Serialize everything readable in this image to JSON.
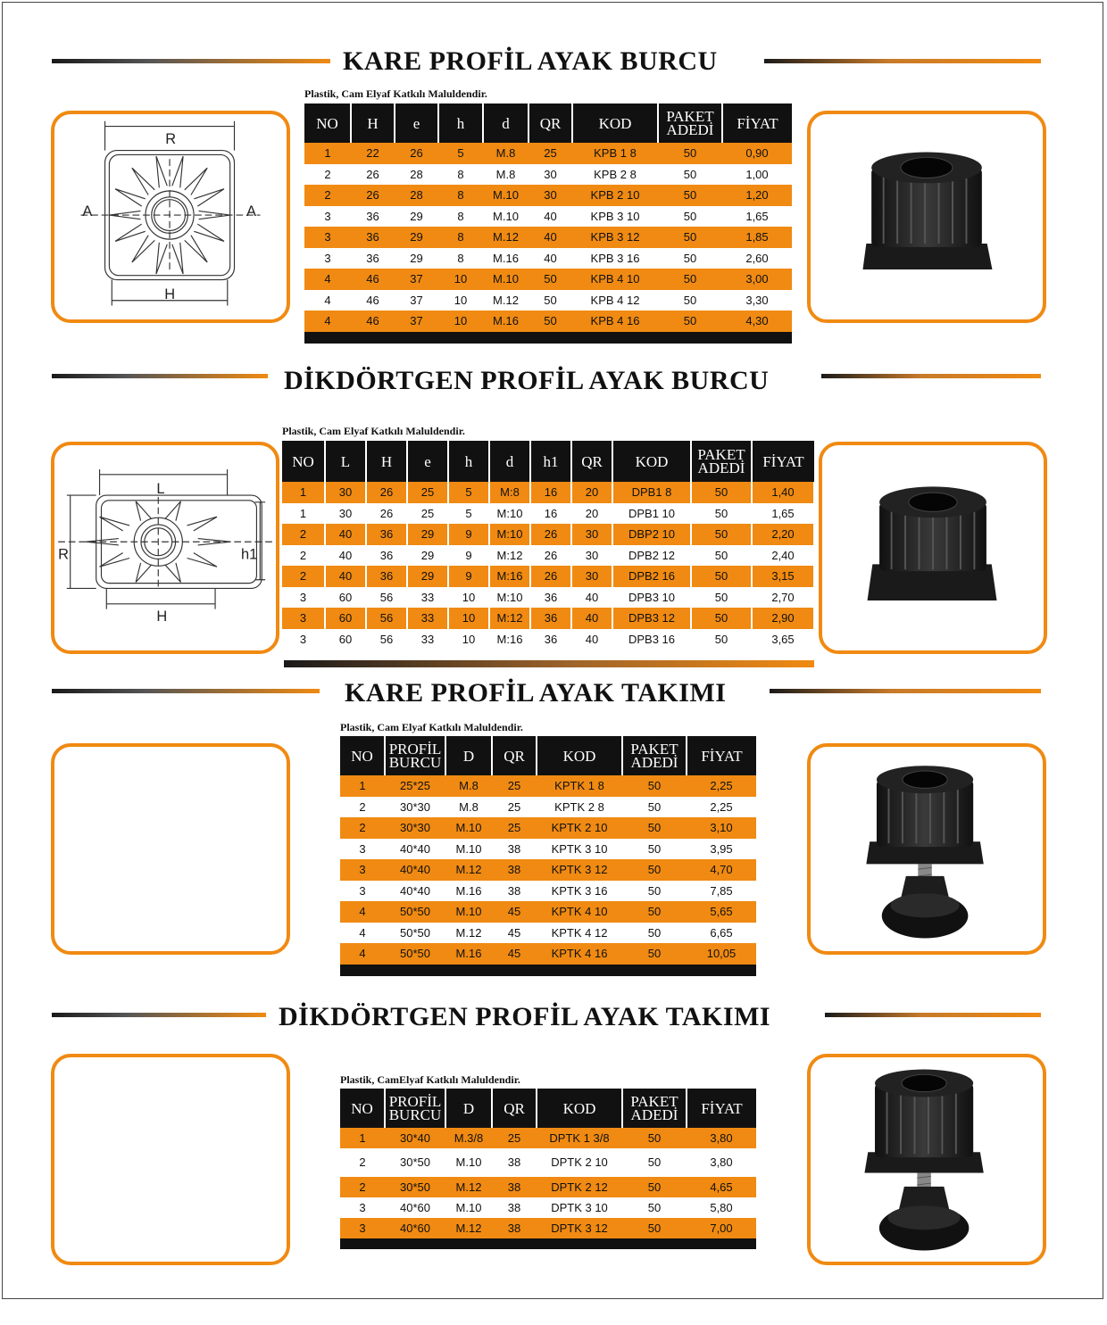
{
  "sections": [
    {
      "title": "KARE PROFİL AYAK BURCU",
      "note": "Plastik, Cam Elyaf Katkılı Maluldendir.",
      "headers": [
        "NO",
        "H",
        "e",
        "h",
        "d",
        "QR",
        "KOD",
        "PAKET ADEDİ",
        "FİYAT"
      ],
      "rows": [
        [
          "1",
          "22",
          "26",
          "5",
          "M.8",
          "25",
          "KPB 1 8",
          "50",
          "0,90"
        ],
        [
          "2",
          "26",
          "28",
          "8",
          "M.8",
          "30",
          "KPB 2 8",
          "50",
          "1,00"
        ],
        [
          "2",
          "26",
          "28",
          "8",
          "M.10",
          "30",
          "KPB 2 10",
          "50",
          "1,20"
        ],
        [
          "3",
          "36",
          "29",
          "8",
          "M.10",
          "40",
          "KPB 3 10",
          "50",
          "1,65"
        ],
        [
          "3",
          "36",
          "29",
          "8",
          "M.12",
          "40",
          "KPB 3 12",
          "50",
          "1,85"
        ],
        [
          "3",
          "36",
          "29",
          "8",
          "M.16",
          "40",
          "KPB 3 16",
          "50",
          "2,60"
        ],
        [
          "4",
          "46",
          "37",
          "10",
          "M.10",
          "50",
          "KPB 4 10",
          "50",
          "3,00"
        ],
        [
          "4",
          "46",
          "37",
          "10",
          "M.12",
          "50",
          "KPB 4 12",
          "50",
          "3,30"
        ],
        [
          "4",
          "46",
          "37",
          "10",
          "M.16",
          "50",
          "KPB 4 16",
          "50",
          "4,30"
        ]
      ],
      "diagram_labels": {
        "top": "R",
        "left": "A",
        "right": "A",
        "bottom": "H"
      }
    },
    {
      "title": "DİKDÖRTGEN PROFİL AYAK BURCU",
      "note": "Plastik, Cam Elyaf Katkılı Maluldendir.",
      "headers": [
        "NO",
        "L",
        "H",
        "e",
        "h",
        "d",
        "h1",
        "QR",
        "KOD",
        "PAKET ADEDİ",
        "FİYAT"
      ],
      "rows": [
        [
          "1",
          "30",
          "26",
          "25",
          "5",
          "M:8",
          "16",
          "20",
          "DPB1 8",
          "50",
          "1,40"
        ],
        [
          "1",
          "30",
          "26",
          "25",
          "5",
          "M:10",
          "16",
          "20",
          "DPB1 10",
          "50",
          "1,65"
        ],
        [
          "2",
          "40",
          "36",
          "29",
          "9",
          "M:10",
          "26",
          "30",
          "DBP2 10",
          "50",
          "2,20"
        ],
        [
          "2",
          "40",
          "36",
          "29",
          "9",
          "M:12",
          "26",
          "30",
          "DPB2 12",
          "50",
          "2,40"
        ],
        [
          "2",
          "40",
          "36",
          "29",
          "9",
          "M:16",
          "26",
          "30",
          "DPB2 16",
          "50",
          "3,15"
        ],
        [
          "3",
          "60",
          "56",
          "33",
          "10",
          "M:10",
          "36",
          "40",
          "DPB3 10",
          "50",
          "2,70"
        ],
        [
          "3",
          "60",
          "56",
          "33",
          "10",
          "M:12",
          "36",
          "40",
          "DPB3 12",
          "50",
          "2,90"
        ],
        [
          "3",
          "60",
          "56",
          "33",
          "10",
          "M:16",
          "36",
          "40",
          "DPB3 16",
          "50",
          "3,65"
        ]
      ],
      "diagram_labels": {
        "top": "L",
        "left": "R",
        "right": "h1",
        "bottom": "H"
      }
    },
    {
      "title": "KARE PROFİL AYAK TAKIMI",
      "note": "Plastik, Cam Elyaf Katkılı Maluldendir.",
      "headers": [
        "NO",
        "PROFİL BURCU",
        "D",
        "QR",
        "KOD",
        "PAKET ADEDİ",
        "FİYAT"
      ],
      "rows": [
        [
          "1",
          "25*25",
          "M.8",
          "25",
          "KPTK 1 8",
          "50",
          "2,25"
        ],
        [
          "2",
          "30*30",
          "M.8",
          "25",
          "KPTK 2 8",
          "50",
          "2,25"
        ],
        [
          "2",
          "30*30",
          "M.10",
          "25",
          "KPTK 2 10",
          "50",
          "3,10"
        ],
        [
          "3",
          "40*40",
          "M.10",
          "38",
          "KPTK 3 10",
          "50",
          "3,95"
        ],
        [
          "3",
          "40*40",
          "M.12",
          "38",
          "KPTK 3 12",
          "50",
          "4,70"
        ],
        [
          "3",
          "40*40",
          "M.16",
          "38",
          "KPTK 3 16",
          "50",
          "7,85"
        ],
        [
          "4",
          "50*50",
          "M.10",
          "45",
          "KPTK 4 10",
          "50",
          "5,65"
        ],
        [
          "4",
          "50*50",
          "M.12",
          "45",
          "KPTK 4 12",
          "50",
          "6,65"
        ],
        [
          "4",
          "50*50",
          "M.16",
          "45",
          "KPTK 4 16",
          "50",
          "10,05"
        ]
      ]
    },
    {
      "title": "DİKDÖRTGEN PROFİL AYAK TAKIMI",
      "note": "Plastik, CamElyaf Katkılı Maluldendir.",
      "headers": [
        "NO",
        "PROFİL BURCU",
        "D",
        "QR",
        "KOD",
        "PAKET ADEDİ",
        "FİYAT"
      ],
      "rows": [
        [
          "1",
          "30*40",
          "M.3/8",
          "25",
          "DPTK 1 3/8",
          "50",
          "3,80"
        ],
        [
          "2",
          "30*50",
          "M.10",
          "38",
          "DPTK 2 10",
          "50",
          "3,80"
        ],
        [
          "2",
          "30*50",
          "M.12",
          "38",
          "DPTK 2 12",
          "50",
          "4,65"
        ],
        [
          "3",
          "40*60",
          "M.10",
          "38",
          "DPTK 3 10",
          "50",
          "5,80"
        ],
        [
          "3",
          "40*60",
          "M.12",
          "38",
          "DPTK 3 12",
          "50",
          "7,00"
        ]
      ]
    }
  ],
  "colors": {
    "accent": "#f08a12",
    "dark": "#111111"
  }
}
